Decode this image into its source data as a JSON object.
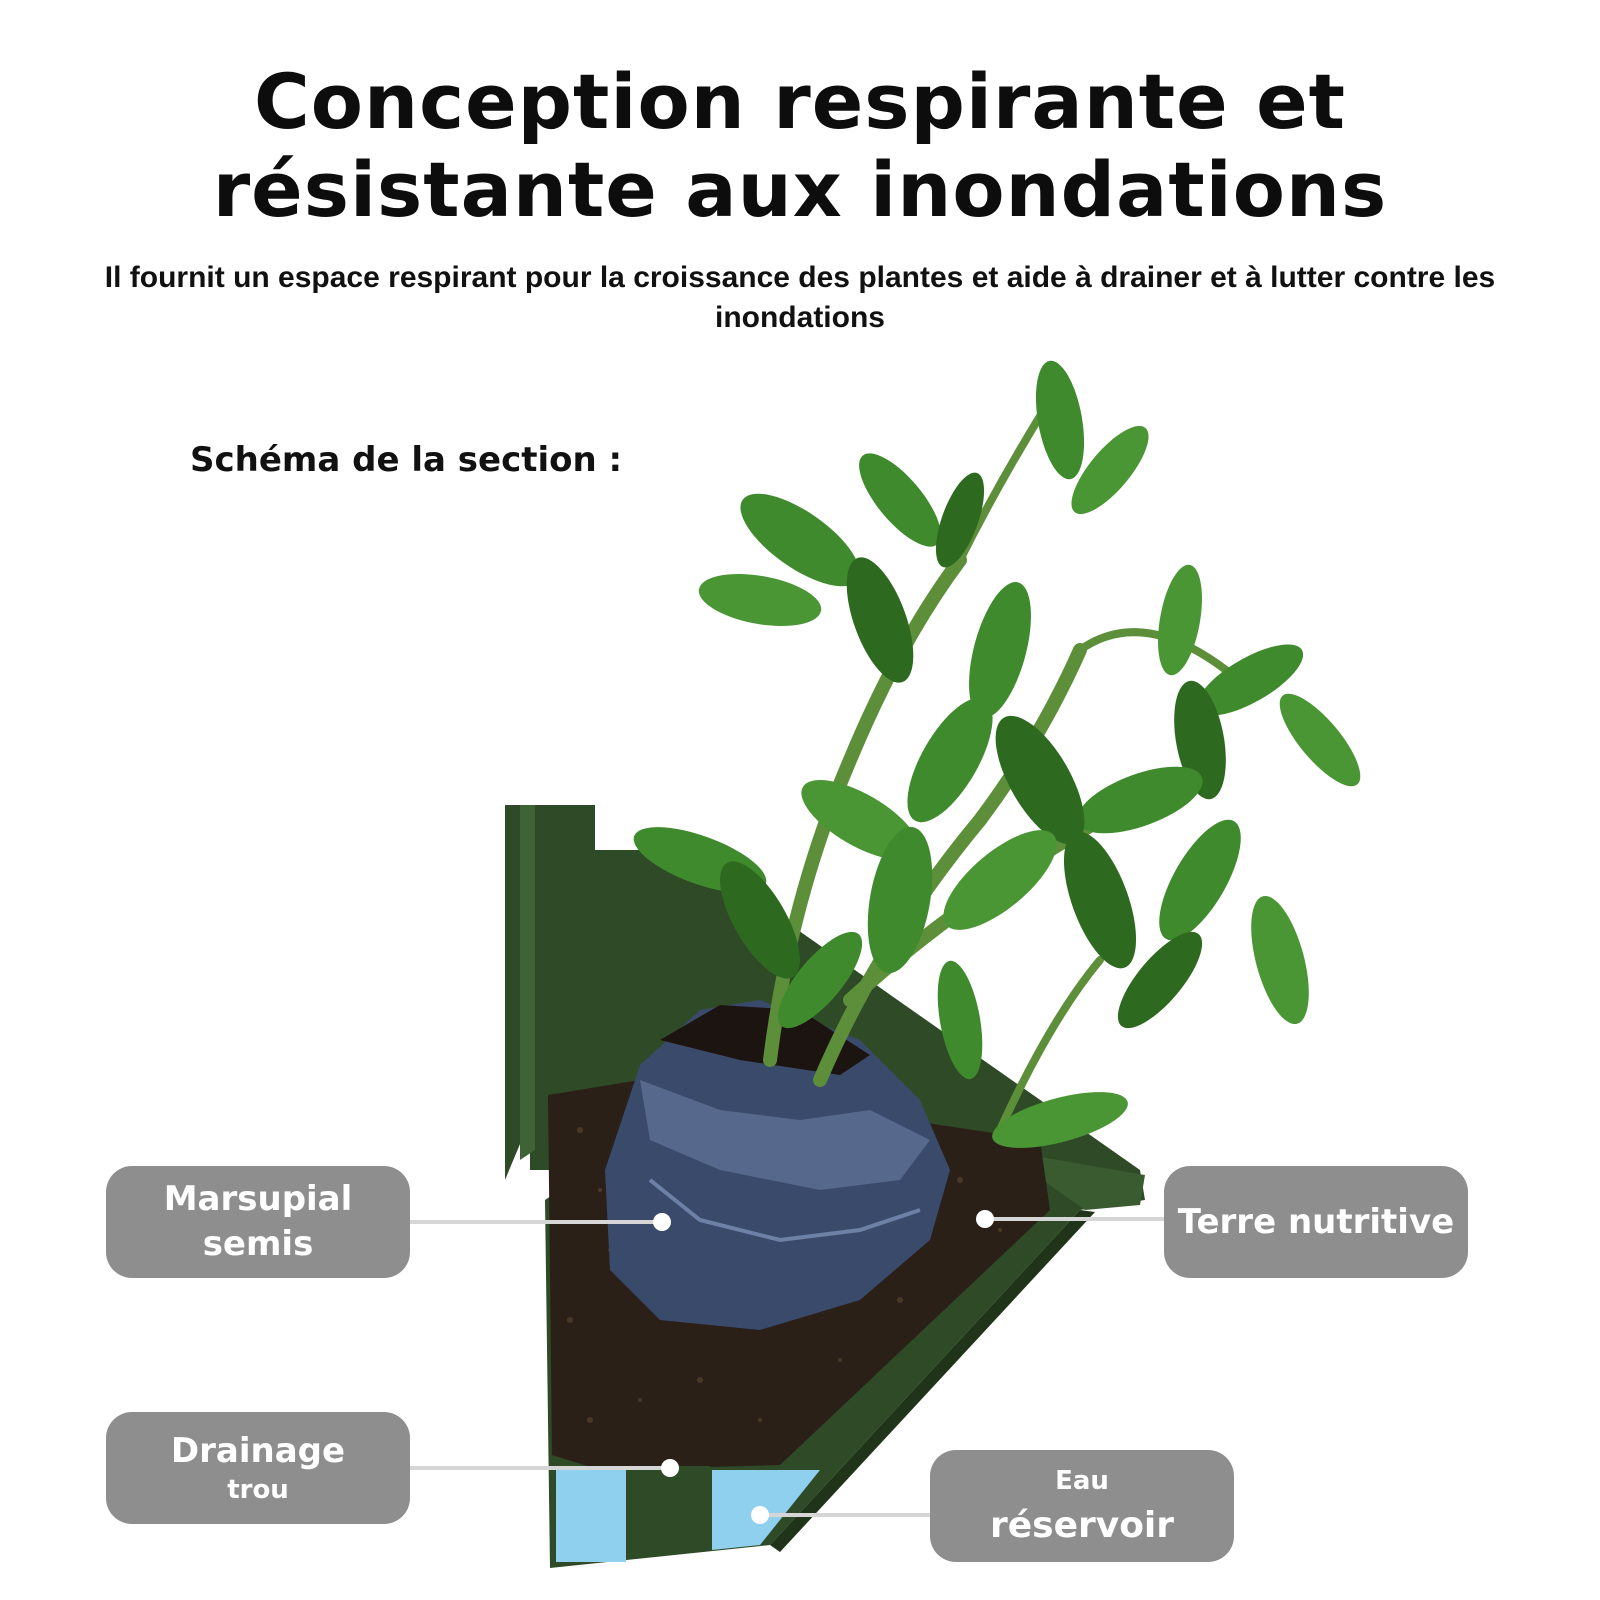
{
  "title_line1": "Conception respirante et",
  "title_line2": "résistante aux inondations",
  "subtitle": "Il fournit un espace respirant pour la croissance des plantes et aide à drainer et à lutter contre les inondations",
  "section_label": "Schéma de la section :",
  "callouts": {
    "marsupial": {
      "line1": "Marsupial",
      "line2": "semis"
    },
    "terre": {
      "line1": "Terre nutritive"
    },
    "drainage": {
      "line1": "Drainage",
      "line2": "trou"
    },
    "eau": {
      "line1": "Eau",
      "line2": "réservoir"
    }
  },
  "colors": {
    "pot": "#2e4a26",
    "pot_dark": "#1f3419",
    "soil": "#2a2018",
    "bag": "#3a4a6a",
    "water": "#8fd0ee",
    "leaf": "#3f8a2c",
    "leaf_dark": "#2d6a20",
    "callout": "#8e8e8e"
  }
}
